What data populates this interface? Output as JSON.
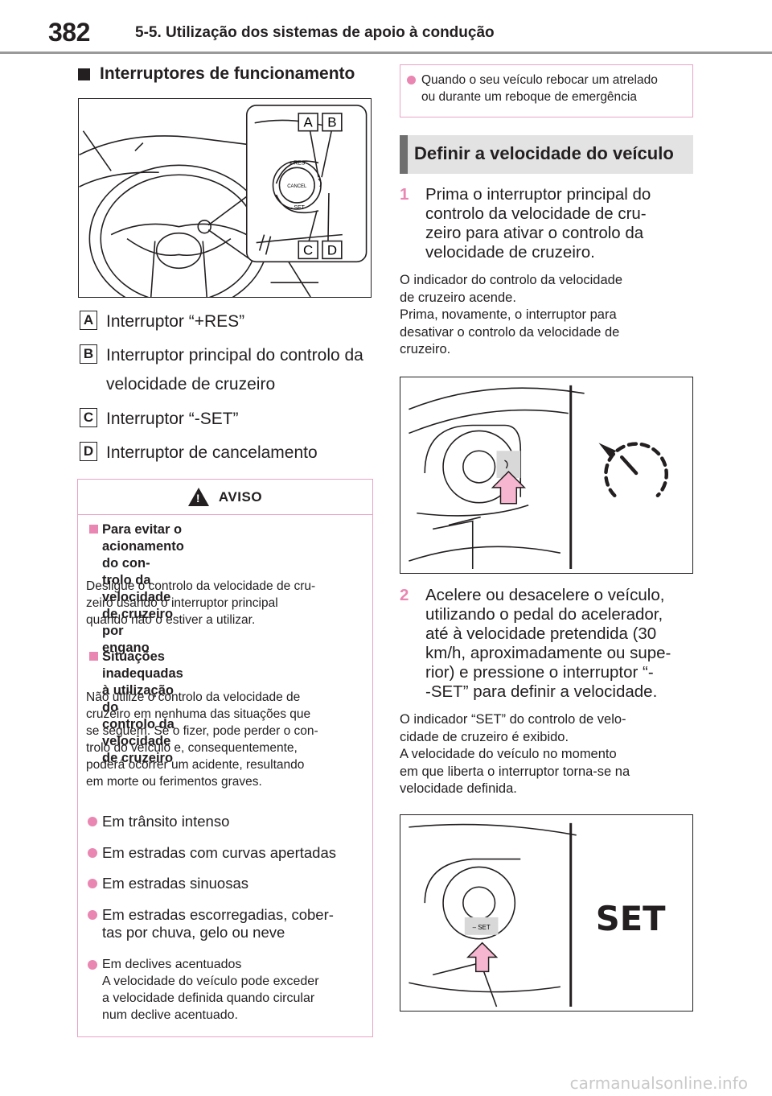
{
  "header": {
    "page_number": "382",
    "section": "5-5. Utilização dos sistemas de apoio à condução"
  },
  "left": {
    "subsection_title": "Interruptores de funcionamento",
    "figure_labels": {
      "a": "A",
      "b": "B",
      "c": "C",
      "d": "D",
      "res": "+ RES",
      "cancel": "CANCEL",
      "set": "– SET"
    },
    "legend": [
      {
        "letter": "A",
        "text": "Interruptor “+RES”"
      },
      {
        "letter": "B",
        "text": "Interruptor principal do controlo da velocidade de cruzeiro"
      },
      {
        "letter": "C",
        "text": "Interruptor “-SET”"
      },
      {
        "letter": "D",
        "text": "Interruptor de cancelamento"
      }
    ]
  },
  "warning": {
    "title": "AVISO",
    "sub1": "Para evitar o acionamento do con-\ntrolo da velocidade de cruzeiro por\nengano",
    "para1": "Desligue o controlo da velocidade de cru-\nzeiro usando o interruptor principal\nquando não o estiver a utilizar.",
    "sub2": "Situações inadequadas à utilização do\ncontrolo da velocidade de cruzeiro",
    "para2": "Não utilize o controlo da velocidade de\ncruzeiro em nenhuma das situações que\nse seguem. Se o fizer, pode perder o con-\ntrolo do veículo e, consequentemente,\npoderá ocorrer um acidente, resultando\nem morte ou ferimentos graves.",
    "bullets": [
      "Em trânsito intenso",
      "Em estradas com curvas apertadas",
      "Em estradas sinuosas",
      "Em estradas escorregadias, cober-\ntas por chuva, gelo ou neve"
    ],
    "bullet_last": "Em declives acentuados\nA velocidade do veículo pode exceder\na velocidade definida quando circular\nnum declive acentuado."
  },
  "right": {
    "info": "Quando o seu veículo rebocar um atrelado\nou durante um reboque de emergência",
    "section_title": "Definir a velocidade do veículo",
    "step1_num": "1",
    "step1": "Prima o interruptor principal do\ncontrolo da velocidade de cru-\nzeiro para ativar o controlo da\nvelocidade de cruzeiro.",
    "para1": "O indicador do controlo da velocidade\nde cruzeiro acende.\nPrima, novamente, o interruptor para\ndesativar o controlo da velocidade de\ncruzeiro.",
    "step2_num": "2",
    "step2": "Acelere ou desacelere o veículo,\nutilizando o pedal do acelerador,\naté à velocidade pretendida (30\nkm/h, aproximadamente ou supe-\nrior) e pressione o interruptor “-\n-SET” para definir a velocidade.",
    "para2": "O indicador “SET” do controlo de velo-\ncidade de cruzeiro é exibido.\nA velocidade do veículo no momento\nem que liberta o interruptor torna-se na\nvelocidade definida.",
    "fig3_switch_label": "– SET",
    "fig3_indicator": "SET"
  },
  "watermark": "carmanualsonline.info"
}
